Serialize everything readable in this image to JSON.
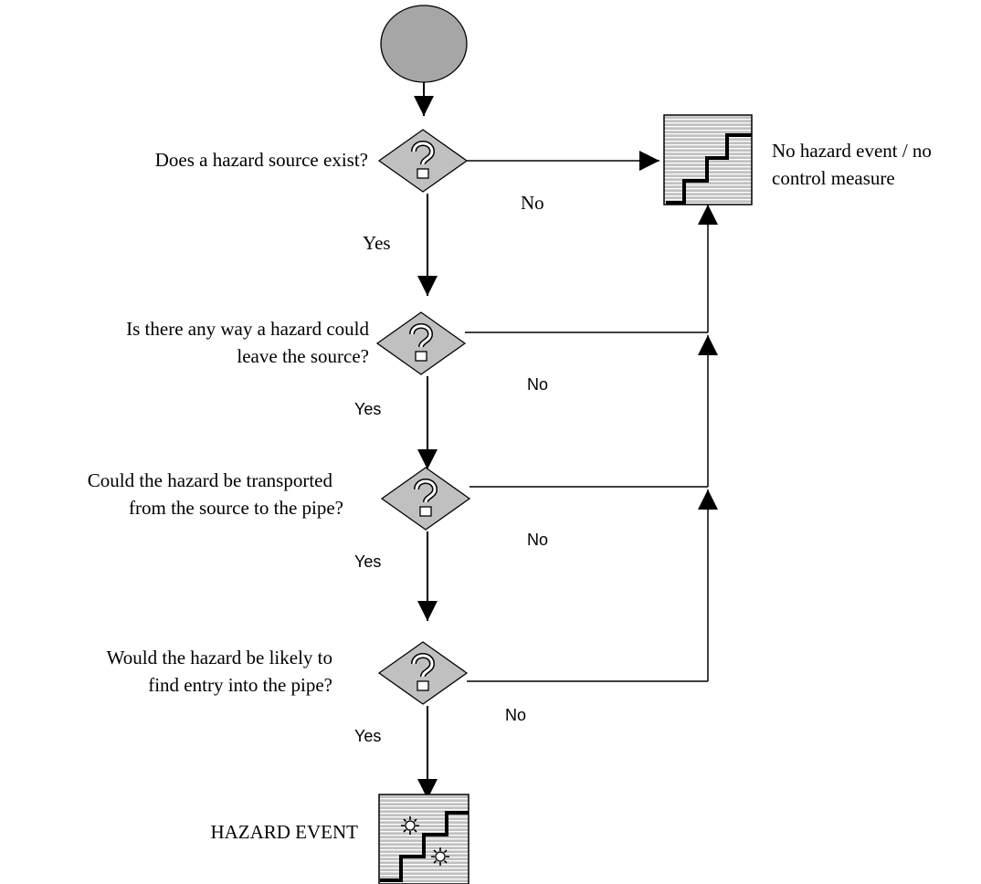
{
  "questions": [
    {
      "line1": "Does a hazard source exist?",
      "line2": ""
    },
    {
      "line1": "Is there any way a hazard could",
      "line2": "leave the source?"
    },
    {
      "line1": "Could the hazard be transported",
      "line2": "from the source to the pipe?"
    },
    {
      "line1": "Would the hazard be likely to",
      "line2": "find entry into the pipe?"
    }
  ],
  "branch_labels": {
    "yes": [
      "Yes",
      "Yes",
      "Yes",
      "Yes"
    ],
    "no": [
      "No",
      "No",
      "No",
      "No"
    ]
  },
  "outcomes": {
    "no_hazard": {
      "line1": "No hazard event / no",
      "line2": "control measure"
    },
    "hazard_event": "HAZARD EVENT"
  },
  "icons": {
    "start": "start-circle",
    "decision": "question-diamond-icon",
    "no_hazard": "stairs-icon",
    "hazard": "stairs-sparks-icon"
  },
  "colors": {
    "shape_fill": "#c0c0c0",
    "stripe": "#ffffff",
    "line": "#000000"
  }
}
